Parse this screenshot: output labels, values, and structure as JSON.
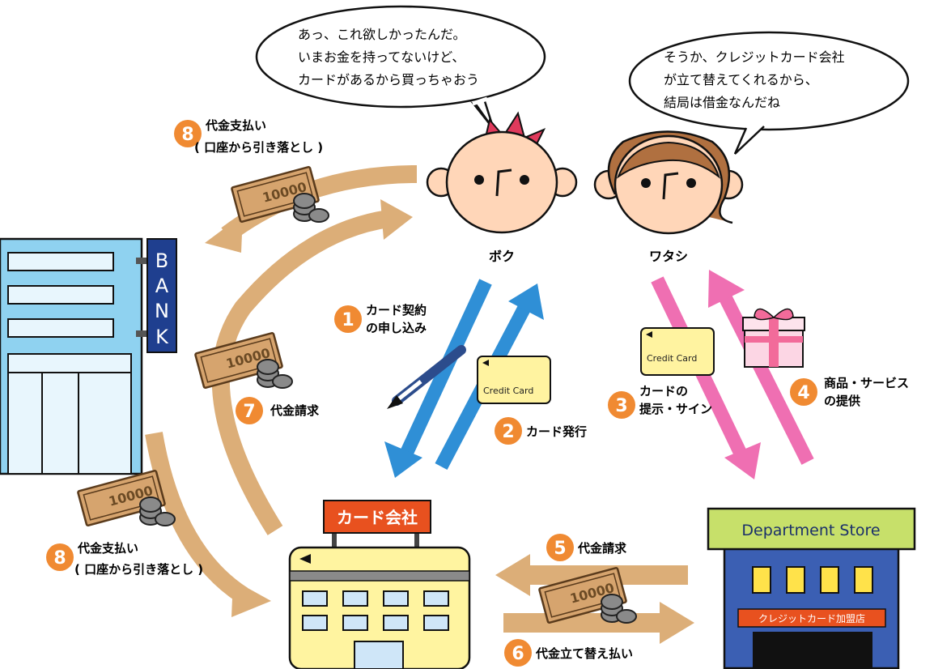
{
  "characters": {
    "boku": {
      "name": "ボク",
      "speech": [
        "あっ、これ欲しかったんだ。",
        "いまお金を持ってないけど、",
        "カードがあるから買っちゃおう"
      ]
    },
    "watashi": {
      "name": "ワタシ",
      "speech": [
        "そうか、クレジットカード会社",
        "が立て替えてくれるから、",
        "結局は借金なんだね"
      ]
    }
  },
  "bank": {
    "sign": [
      "B",
      "A",
      "N",
      "K"
    ]
  },
  "card_company": {
    "sign": "カード会社"
  },
  "store": {
    "name": "Department Store",
    "member_sign": "クレジットカード加盟店"
  },
  "banknote": "10000",
  "credit_card_label": "Credit Card",
  "steps": [
    {
      "num": "1",
      "lines": [
        "カード契約",
        "の申し込み"
      ]
    },
    {
      "num": "2",
      "lines": [
        "カード発行"
      ]
    },
    {
      "num": "3",
      "lines": [
        "カードの",
        "提示・サイン"
      ]
    },
    {
      "num": "4",
      "lines": [
        "商品・サービス",
        "の提供"
      ]
    },
    {
      "num": "5",
      "lines": [
        "代金請求"
      ]
    },
    {
      "num": "6",
      "lines": [
        "代金立て替え払い"
      ]
    },
    {
      "num": "7",
      "lines": [
        "代金請求"
      ]
    },
    {
      "num": "8",
      "lines": [
        "代金支払い",
        "( 口座から引き落とし )"
      ]
    },
    {
      "num": "8",
      "lines": [
        "代金支払い",
        "( 口座から引き落とし )"
      ]
    }
  ],
  "colors": {
    "orange": "#f08a32",
    "tan_arrow": "#dcae78",
    "blue_arrow": "#2f8fd6",
    "pink_arrow": "#ef6fb2",
    "bank_blue": "#8fd2f0",
    "card_co_yellow": "#fff4a0",
    "store_blue": "#3b5fb3",
    "store_green": "#c7e06a",
    "company_sign": "#e8511f"
  }
}
